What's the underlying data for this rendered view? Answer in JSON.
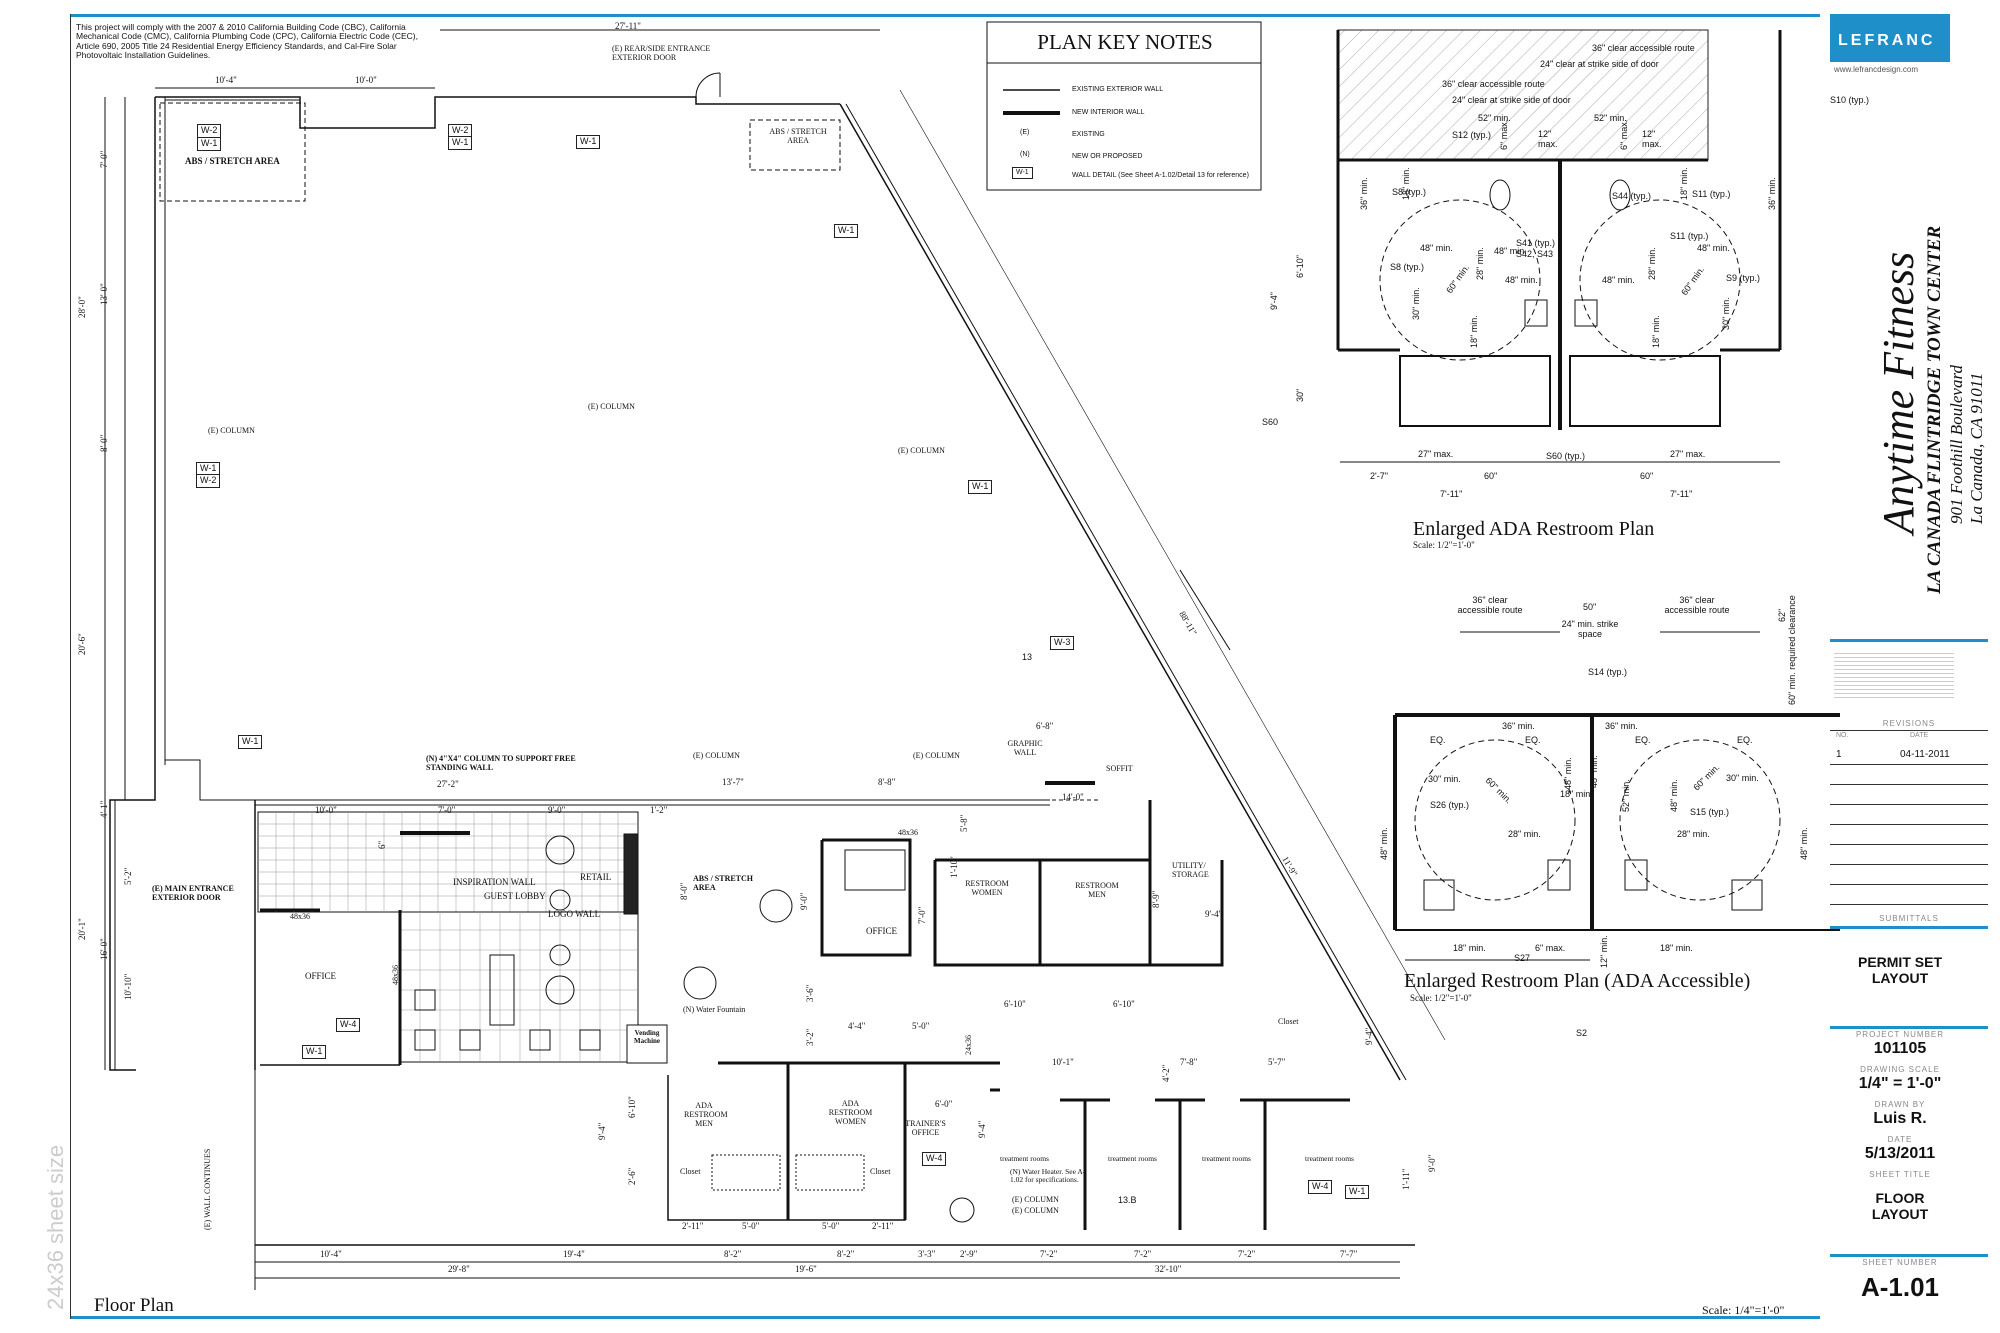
{
  "header_note": "This project will comply with the 2007 & 2010 California Building Code (CBC), California Mechanical Code (CMC), California Plumbing Code (CPC), California Electric Code (CEC), Article 690, 2005 Title 24 Residential Energy Efficiency Standards, and Cal-Fire Solar Photovoltaic Installation Guidelines.",
  "plan_key_notes": {
    "title": "PLAN KEY NOTES",
    "items": [
      {
        "label": "EXISTING EXTERIOR WALL"
      },
      {
        "label": "NEW INTERIOR WALL"
      },
      {
        "symbol": "(E)",
        "label": "EXISTING"
      },
      {
        "symbol": "(N)",
        "label": "NEW OR PROPOSED"
      },
      {
        "symbol": "W-1",
        "label": "WALL DETAIL (See Sheet A-1.02/Detail 13 for reference)"
      }
    ]
  },
  "floor_plan": {
    "title": "Floor Plan",
    "scale": "Scale: 1/4\"=1'-0\"",
    "watermark": "24x36 sheet size",
    "rooms": {
      "abs_stretch_1": "ABS / STRETCH AREA",
      "abs_stretch_2": "ABS / STRETCH AREA",
      "abs_stretch_3": "ABS / STRETCH AREA",
      "rear_entrance": "(E) REAR/SIDE ENTRANCE EXTERIOR DOOR",
      "main_entrance": "(E) MAIN ENTRANCE EXTERIOR DOOR",
      "column_note": "(N) 4\"X4\" COLUMN TO SUPPORT FREE STANDING WALL",
      "inspiration_wall": "INSPIRATION WALL",
      "guest_lobby": "GUEST LOBBY",
      "retail": "RETAIL",
      "logo_wall": "LOGO WALL",
      "office_1": "OFFICE",
      "office_2": "OFFICE",
      "restroom_women": "RESTROOM WOMEN",
      "restroom_men": "RESTROOM MEN",
      "utility": "UTILITY/ STORAGE",
      "graphic_wall": "GRAPHIC WALL",
      "soffit": "SOFFIT",
      "vending": "Vending Machine",
      "water_fountain": "(N) Water Fountain",
      "ada_men": "ADA RESTROOM MEN",
      "ada_women": "ADA RESTROOM WOMEN",
      "trainers_office": "TRAINER'S OFFICE",
      "closet_1": "Closet",
      "closet_2": "Closet",
      "closet_3": "Closet",
      "treatment_1": "treatment rooms",
      "treatment_2": "treatment rooms",
      "treatment_3": "treatment rooms",
      "treatment_4": "treatment rooms",
      "water_heater": "(N) Water Heater. See A-1.02 for specifications.",
      "wall_continues": "(E) WALL CONTINUES",
      "col_1": "(E) COLUMN",
      "col_2": "(E) COLUMN",
      "col_3": "(E) COLUMN",
      "col_4": "(E) COLUMN",
      "col_5": "(E) COLUMN",
      "col_6": "(E) COLUMN",
      "col_7": "(E) COLUMN"
    },
    "wall_tags": [
      "W-2",
      "W-1",
      "W-2",
      "W-1",
      "W-1",
      "W-1",
      "W-1",
      "W-2",
      "W-1",
      "W-1",
      "W-3",
      "W-4",
      "W-1",
      "W-4",
      "W-4",
      "W-1"
    ],
    "detail_refs": {
      "r13": "13",
      "r13b": "13.B"
    },
    "dims": {
      "top_total": "27'-11\"",
      "top_a": "10'-4\"",
      "top_b": "10'-0\"",
      "left_a": "7'-0\"",
      "left_b": "28'-0\"",
      "left_c": "13'-0\"",
      "left_d": "8'-0\"",
      "left_e": "20'-6\"",
      "left_f": "4'-1\"",
      "left_g": "20'-1\"",
      "left_h": "5'-2\"",
      "left_i": "16'-0\"",
      "left_j": "10'-10\"",
      "diag": "88'-11\"",
      "lobby_total": "27'-2\"",
      "lobby_a": "10'-0\"",
      "lobby_b": "7'-0\"",
      "lobby_c": "9'-0\"",
      "lobby_d": "1'-2\"",
      "lobby_e": "6\"",
      "mid_a": "13'-7\"",
      "mid_b": "8'-8\"",
      "graphic": "6'-8\"",
      "gw": "14'-0\"",
      "d_48x36a": "48x36",
      "d_48x36b": "48x36",
      "d_48x36c": "48x36",
      "d_24x36": "24x36",
      "d_9_0": "9'-0\"",
      "d_8_0": "8'-0\"",
      "d_5_8": "5'-8\"",
      "d_1_10": "1'-10\"",
      "d_7_0": "7'-0\"",
      "d_8_9": "8'-9\"",
      "d_9_4a": "9'-4\"",
      "d_11_9": "11'-9\"",
      "d_6_10a": "6'-10\"",
      "d_6_10b": "6'-10\"",
      "d_3_6": "3'-6\"",
      "d_4_4": "4'-4\"",
      "d_5_0a": "5'-0\"",
      "d_3_2": "3'-2\"",
      "d_10_1": "10'-1\"",
      "d_7_8": "7'-8\"",
      "d_5_7": "5'-7\"",
      "d_4_2": "4'-2\"",
      "d_9_4b": "9'-4\"",
      "d_6_0": "6'-0\"",
      "d_9_4c": "9'-4\"",
      "d_6_10c": "6'-10\"",
      "d_2_6": "2'-6\"",
      "d_9_4d": "9'-4\"",
      "d_1_11": "1'-11\"",
      "d_9_0b": "9'-0\"",
      "b_2_11a": "2'-11\"",
      "b_5_0": "5'-0\"",
      "b_5_0b": "5'-0\"",
      "b_2_11b": "2'-11\"",
      "bot_a": "10'-4\"",
      "bot_b": "19'-4\"",
      "bot_c": "8'-2\"",
      "bot_d": "8'-2\"",
      "bot_e": "3'-3\"",
      "bot_f": "2'-9\"",
      "bot_g": "7'-2\"",
      "bot_h": "7'-2\"",
      "bot_i": "7'-2\"",
      "bot_j": "7'-7\"",
      "tot_a": "29'-8\"",
      "tot_b": "19'-6\"",
      "tot_c": "32'-10\""
    }
  },
  "ada_plan": {
    "title": "Enlarged ADA Restroom Plan",
    "scale": "Scale: 1/2\"=1'-0\"",
    "notes": {
      "n1": "36\" clear accessible route",
      "n2": "24\" clear at strike side of door",
      "n3": "36\" clear accessible route",
      "n4": "24\" clear at strike side of door",
      "n5": "52\" min.",
      "n6": "52\" min.",
      "n7": "12\" max.",
      "n8": "12\" max.",
      "n9": "6\" max.",
      "n10": "6\" max.",
      "n11": "36\" min.",
      "n12": "36\" min.",
      "n13": "18\" min.",
      "n14": "18\" min.",
      "n15": "48\" min.",
      "n16": "48\" min.",
      "n17": "48\" min.",
      "n18": "48\" min.",
      "n19": "48\" min.",
      "n20": "28\" min.",
      "n21": "28\" min.",
      "n22": "60\" min.",
      "n23": "60\" min.",
      "n24": "30\" min.",
      "n25": "30\" min.",
      "n26": "18\" min.",
      "n27": "18\" min.",
      "n28": "27\" max.",
      "n29": "27\" max.",
      "n30": "60\"",
      "n31": "60\"",
      "n32": "6'-10\"",
      "n33": "9'-4\"",
      "n34": "30\"",
      "n35": "2'-7\"",
      "n36": "7'-11\"",
      "n37": "7'-11\""
    },
    "refs": {
      "s10": "S10 (typ.)",
      "s12": "S12 (typ.)",
      "s8a": "S8 (typ.)",
      "s44": "S44 (typ.)",
      "s11a": "S11 (typ.)",
      "s41": "S41 (typ.)",
      "s42": "S42, S43",
      "s11b": "S11 (typ.)",
      "s8b": "S8 (typ.)",
      "s9": "S9 (typ.)",
      "s60a": "S60 (typ.)",
      "s60b": "S60"
    }
  },
  "ada_accessible_plan": {
    "title": "Enlarged Restroom Plan (ADA Accessible)",
    "scale": "Scale: 1/2\"=1'-0\"",
    "notes": {
      "m1": "36\" clear accessible route",
      "m2": "50\"",
      "m3": "24\" min. strike space",
      "m4": "36\" clear accessible route",
      "m5": "62\"",
      "m6": "60\" min. required clearance",
      "m7": "36\" min.",
      "m8": "36\" min.",
      "m9": "EQ.",
      "m10": "EQ.",
      "m11": "EQ.",
      "m12": "EQ.",
      "m13": "30\" min.",
      "m14": "60\" min.",
      "m15": "18\" min.",
      "m16": "48\" min.",
      "m17": "48\" min.",
      "m18": "52\" min.",
      "m19": "48\" min.",
      "m20": "60\" min.",
      "m21": "30\" min.",
      "m22": "28\" min.",
      "m23": "28\" min.",
      "m24": "48\" min.",
      "m25": "48\" min.",
      "m26": "18\" min.",
      "m27": "6\" max.",
      "m28": "18\" min.",
      "m29": "12\" min."
    },
    "refs": {
      "s14": "S14 (typ.)",
      "s26": "S26 (typ.)",
      "s15": "S15 (typ.)",
      "s27": "S27",
      "s2": "S2"
    }
  },
  "title_block": {
    "logo": "LEFRANC",
    "website": "www.lefrancdesign.com",
    "project_name": "Anytime Fitness",
    "project_sub": "LA CANADA FLINTRIDGE TOWN CENTER",
    "address1": "901 Foothill Boulevard",
    "address2": "La Canada, CA 91011",
    "revisions_label": "REVISIONS",
    "no_label": "NO.",
    "date_label": "DATE",
    "revision_no": "1",
    "revision_date": "04-11-2011",
    "submittal_label": "SUBMITTALS",
    "submittal": "PERMIT SET LAYOUT",
    "project_number_label": "PROJECT NUMBER",
    "project_number": "101105",
    "drawing_scale_label": "DRAWING SCALE",
    "drawing_scale": "1/4\" = 1'-0\"",
    "drawn_by_label": "DRAWN BY",
    "drawn_by": "Luis R.",
    "date_label2": "DATE",
    "date": "5/13/2011",
    "sheet_title_label": "SHEET TITLE",
    "sheet_title": "FLOOR LAYOUT",
    "sheet_number_label": "SHEET NUMBER",
    "sheet_number": "A-1.01"
  },
  "colors": {
    "accent": "#1f8fc9",
    "line": "#111111"
  }
}
